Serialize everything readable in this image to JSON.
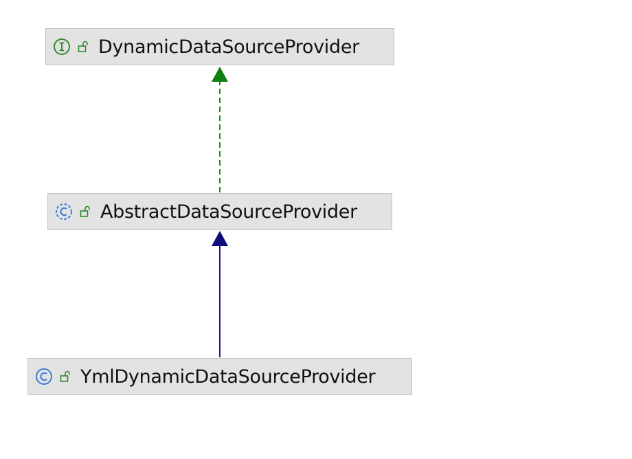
{
  "diagram": {
    "nodes": [
      {
        "id": "dynamic",
        "kind": "interface",
        "icon": "interface-icon",
        "badge": "I",
        "access_icon": "unlock-icon",
        "label": "DynamicDataSourceProvider"
      },
      {
        "id": "abstract",
        "kind": "abstract-class",
        "icon": "abstract-class-icon",
        "badge": "C",
        "access_icon": "unlock-icon",
        "label": "AbstractDataSourceProvider"
      },
      {
        "id": "yml",
        "kind": "class",
        "icon": "class-icon",
        "badge": "C",
        "access_icon": "unlock-icon",
        "label": "YmlDynamicDataSourceProvider"
      }
    ],
    "edges": [
      {
        "from": "abstract",
        "to": "dynamic",
        "relation": "implements",
        "style": "dashed",
        "color": "#1f8a1f"
      },
      {
        "from": "yml",
        "to": "abstract",
        "relation": "extends",
        "style": "solid",
        "color": "#1a1a8c"
      }
    ],
    "colors": {
      "node_fill": "#e3e3e3",
      "node_border": "#c4c4c4",
      "interface_icon": "#2e8b2e",
      "class_icon": "#3a7bd5",
      "lock_icon": "#2e8b2e"
    }
  }
}
